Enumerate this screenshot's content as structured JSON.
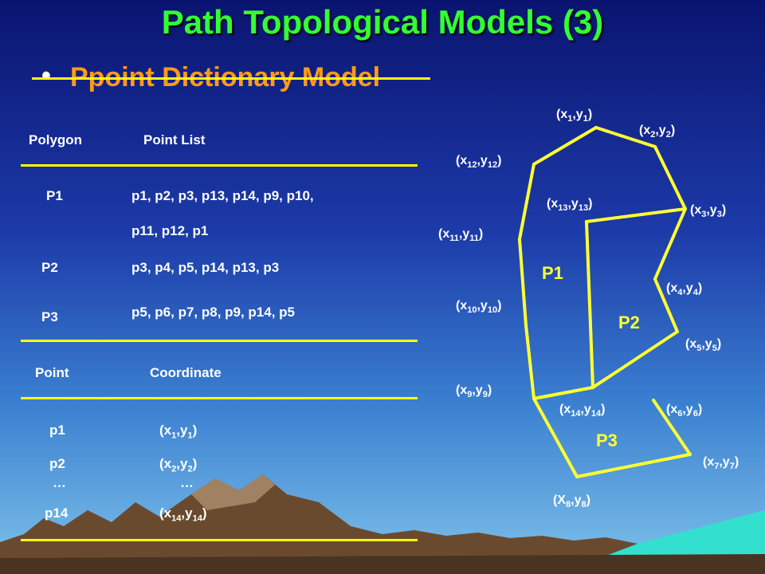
{
  "title": "Path Topological Models (3)",
  "subtitle": "Ppoint Dictionary Model",
  "bullet": "•",
  "polygon_table": {
    "header_polygon": "Polygon",
    "header_point_list": "Point List",
    "rows": [
      {
        "polygon": "P1",
        "points_line1": "p1, p2, p3, p13, p14, p9, p10,",
        "points_line2": "p11, p12, p1"
      },
      {
        "polygon": "P2",
        "points_line1": "p3, p4, p5, p14, p13, p3"
      },
      {
        "polygon": "P3",
        "points_line1": "p5, p6, p7, p8, p9, p14, p5"
      }
    ]
  },
  "point_table": {
    "header_point": "Point",
    "header_coordinate": "Coordinate",
    "rows": [
      {
        "point": "p1",
        "coord": "(x1,y1)",
        "base_x": "x",
        "sub_x": "1",
        "base_y": "y",
        "sub_y": "1"
      },
      {
        "point": "p2",
        "coord": "(x2,y2)",
        "base_x": "x",
        "sub_x": "2",
        "base_y": "y",
        "sub_y": "2"
      },
      {
        "point": "…",
        "coord": "…"
      },
      {
        "point": "p14",
        "coord": "(x14,y14)",
        "base_x": "x",
        "sub_x": "14",
        "base_y": "y",
        "sub_y": "14"
      }
    ]
  },
  "diagram": {
    "polygons": [
      {
        "name": "P1",
        "label": "P1"
      },
      {
        "name": "P2",
        "label": "P2"
      },
      {
        "name": "P3",
        "label": "P3"
      }
    ],
    "points": [
      {
        "id": "1",
        "xb": "x",
        "yb": "y",
        "xs": "1",
        "ys": "1"
      },
      {
        "id": "2",
        "xb": "x",
        "yb": "y",
        "xs": "2",
        "ys": "2"
      },
      {
        "id": "3",
        "xb": "x",
        "yb": "y",
        "xs": "3",
        "ys": "3"
      },
      {
        "id": "4",
        "xb": "x",
        "yb": "y",
        "xs": "4",
        "ys": "4"
      },
      {
        "id": "5",
        "xb": "x",
        "yb": "y",
        "xs": "5",
        "ys": "5"
      },
      {
        "id": "6",
        "xb": "x",
        "yb": "y",
        "xs": "6",
        "ys": "6"
      },
      {
        "id": "7",
        "xb": "x",
        "yb": "y",
        "xs": "7",
        "ys": "7"
      },
      {
        "id": "8",
        "xb": "X",
        "yb": "y",
        "xs": "8",
        "ys": "8"
      },
      {
        "id": "9",
        "xb": "x",
        "yb": "y",
        "xs": "9",
        "ys": "9"
      },
      {
        "id": "10",
        "xb": "x",
        "yb": "y",
        "xs": "10",
        "ys": "10"
      },
      {
        "id": "11",
        "xb": "x",
        "yb": "y",
        "xs": "11",
        "ys": "11"
      },
      {
        "id": "12",
        "xb": "x",
        "yb": "y",
        "xs": "12",
        "ys": "12"
      },
      {
        "id": "13",
        "xb": "x",
        "yb": "y",
        "xs": "13",
        "ys": "13"
      },
      {
        "id": "14",
        "xb": "x",
        "yb": "y",
        "xs": "14",
        "ys": "14"
      }
    ],
    "line_color": "#ffff33",
    "label_color": "#ffff33"
  }
}
